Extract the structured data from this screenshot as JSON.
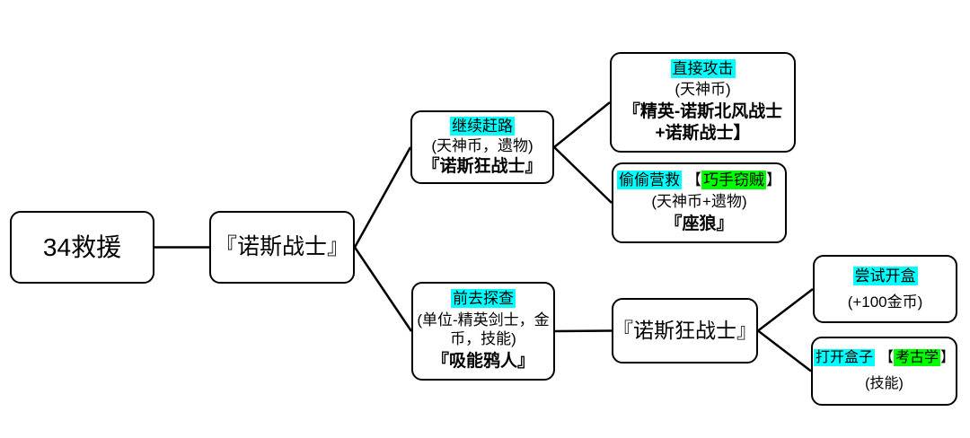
{
  "diagram": {
    "colors": {
      "border": "#000000",
      "line": "#000000",
      "text": "#000000",
      "highlight_cyan": "#00ffff",
      "highlight_green": "#00ff00"
    },
    "edges": [
      {
        "from": "root",
        "to": "b"
      },
      {
        "from": "b",
        "to": "c"
      },
      {
        "from": "b",
        "to": "f"
      },
      {
        "from": "c",
        "to": "d"
      },
      {
        "from": "c",
        "to": "e"
      },
      {
        "from": "f",
        "to": "g"
      },
      {
        "from": "g",
        "to": "h"
      },
      {
        "from": "g",
        "to": "i"
      }
    ],
    "nodes": {
      "root": {
        "title": "34救援"
      },
      "b": {
        "title": "『诺斯战士』"
      },
      "c": {
        "choice": "继续赶路",
        "reward": "(天神币，遗物)",
        "result": "『诺斯狂战士』"
      },
      "d": {
        "choice": "直接攻击",
        "reward": "(天神币)",
        "result": "『精英-诺斯北风战士+诺斯战士】"
      },
      "e": {
        "choice": "偷偷营救",
        "bracket_open": "【",
        "skill": "巧手窃贼",
        "bracket_close": "】",
        "reward": "(天神币+遗物)",
        "result": "『座狼』"
      },
      "f": {
        "choice": "前去探查",
        "reward": "(单位-精英剑士，金币，技能)",
        "result": "『吸能鸦人』"
      },
      "g": {
        "title": "『诺斯狂战士』"
      },
      "h": {
        "choice": "尝试开盒",
        "reward": "(+100金币)"
      },
      "i": {
        "choice": "打开盒子",
        "bracket_open": "【",
        "skill": "考古学",
        "bracket_close": "】",
        "reward": "(技能)"
      }
    }
  }
}
